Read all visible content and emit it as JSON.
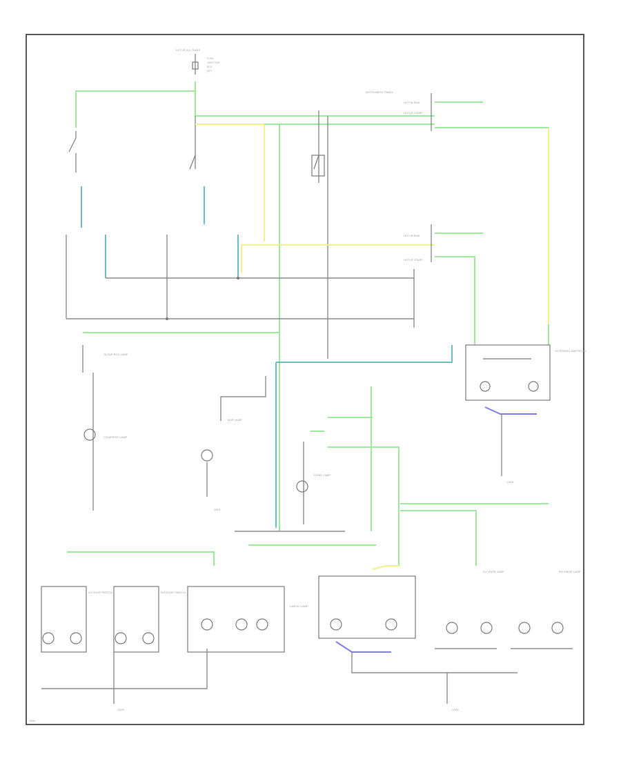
{
  "labels": {
    "hot_fuse": "HOT AT ALL TIMES",
    "fuse_detail": [
      "FUSE",
      "JUNCTION",
      "BOX",
      "(I/P)"
    ],
    "instrument_panel": "INSTRUMENT PANEL",
    "hot_run_1": "HOT IN RUN",
    "hot_run_2": "HOT IN RUN",
    "hot_start_1": "HOT AT START",
    "hot_start_2": "HOT AT START",
    "door_switch_lh": "LH DOOR SWITCH",
    "door_switch_rh": "RH DOOR SWITCH",
    "glove_box": "GLOVE BOX LAMP",
    "courtesy": "COURTESY LAMP",
    "dome_lamp": "DOME LAMP",
    "map_lamp": "MAP LAMP",
    "cargo": "CARGO LAMP",
    "rh_visor": "RH VISOR LAMP",
    "lh_visor": "LH VISOR LAMP",
    "relay": "INTERIOR LAMP RELAY",
    "ground_1": "G200",
    "ground_2": "G201",
    "ground_3": "G300",
    "ground_4": "G301",
    "bottom_left": "1999"
  }
}
